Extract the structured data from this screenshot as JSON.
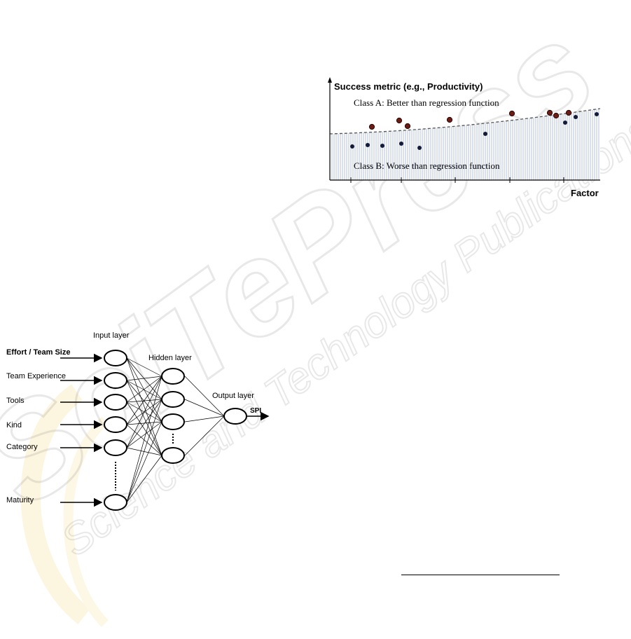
{
  "watermark": {
    "text_main": "SciTePress",
    "text_sub": "Science and Technology Publications"
  },
  "figure_scatter": {
    "y_axis_label": "Success metric (e.g., Productivity)",
    "x_axis_label": "Factor",
    "class_a_label": "Class A: Better than regression function",
    "class_b_label": "Class B: Worse than regression function"
  },
  "figure_nn": {
    "input_layer_label": "Input layer",
    "hidden_layer_label": "Hidden layer",
    "output_layer_label": "Output layer",
    "inputs": [
      "Effort / Team Size",
      "Team Experience",
      "Tools",
      "Kind",
      "Category",
      "Maturity"
    ],
    "output": "SPI"
  }
}
